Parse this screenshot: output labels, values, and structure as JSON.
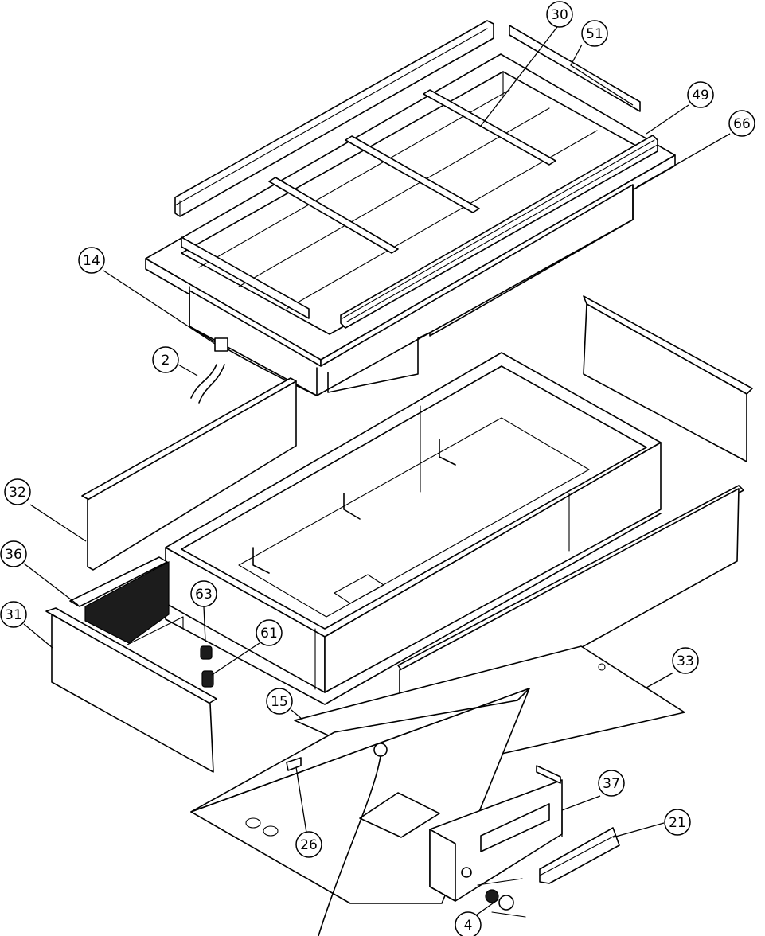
{
  "labels": {
    "p2": "2",
    "p4": "4",
    "p14": "14",
    "p15": "15",
    "p21": "21",
    "p26": "26",
    "p30": "30",
    "p31": "31",
    "p32": "32",
    "p33": "33",
    "p36": "36",
    "p37": "37",
    "p49": "49",
    "p51": "51",
    "p61": "61",
    "p63": "63",
    "p66": "66"
  },
  "colors": {
    "line": "#000000",
    "background": "#ffffff",
    "insulation": "#1c1c1c"
  }
}
